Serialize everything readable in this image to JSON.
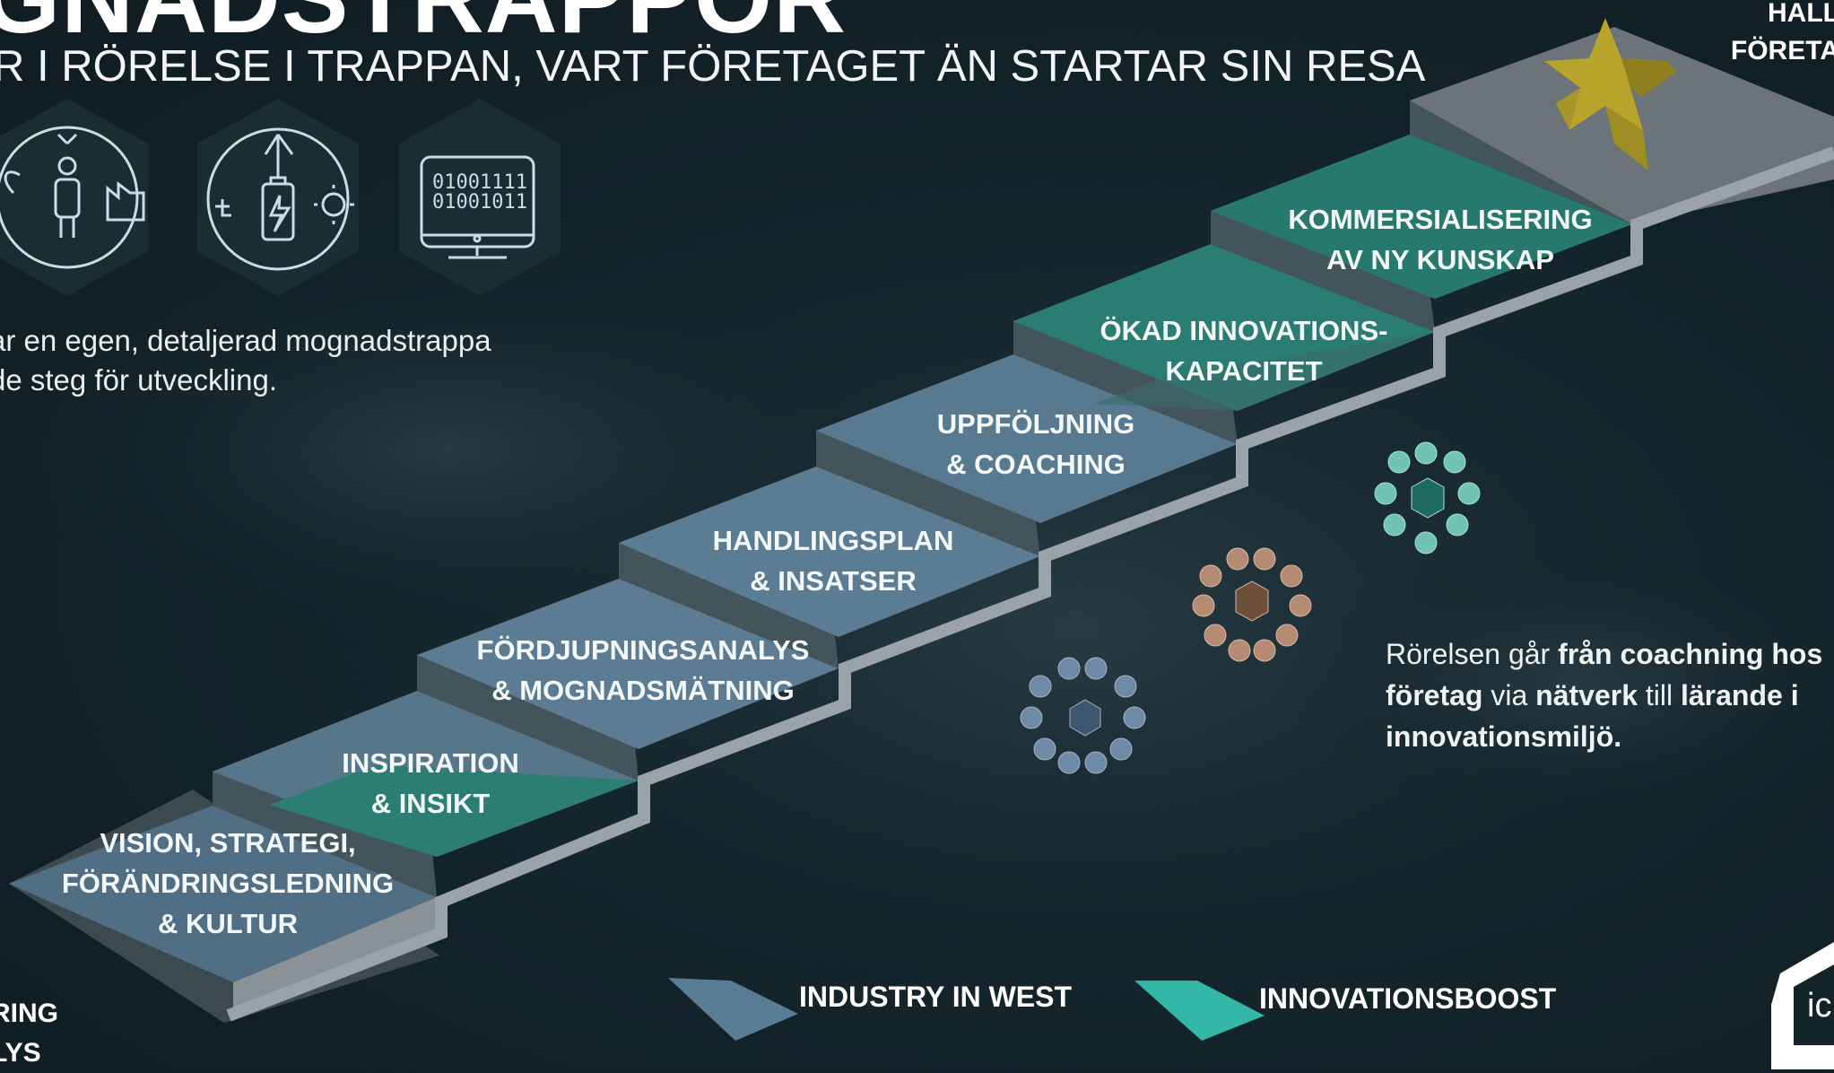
{
  "title": "GNADSTRAPPOR",
  "subtitle": "R I RÖRELSE I TRAPPAN, VART FÖRETAGET ÄN STARTAR SIN RESA",
  "intro": {
    "line1": "ar en egen, detaljerad mognadstrappa",
    "line2": "de steg för utveckling."
  },
  "icons": [
    {
      "name": "person-sustainability-icon"
    },
    {
      "name": "energy-battery-icon"
    },
    {
      "name": "binary-computer-icon",
      "text_line1": "01001111",
      "text_line2": "01001011"
    }
  ],
  "top_right": {
    "line1": "HALL",
    "line2": "FÖRETA"
  },
  "bottom_left": {
    "line1": "RING",
    "line2": "LYS"
  },
  "steps": [
    {
      "line1": "VISION, STRATEGI,",
      "line2": "FÖRÄNDRINGSLEDNING",
      "line3": "& KULTUR"
    },
    {
      "line1": "INSPIRATION",
      "line2": "& INSIKT"
    },
    {
      "line1": "FÖRDJUPNINGSANALYS",
      "line2": "& MOGNADSMÄTNING"
    },
    {
      "line1": "HANDLINGSPLAN",
      "line2": "& INSATSER"
    },
    {
      "line1": "UPPFÖLJNING",
      "line2": "& COACHING"
    },
    {
      "line1": "ÖKAD INNOVATIONS-",
      "line2": "KAPACITET"
    },
    {
      "line1": "KOMMERSIALISERING",
      "line2": "AV NY KUNSKAP"
    }
  ],
  "legend": {
    "item1": "INDUSTRY IN WEST",
    "item2": "INNOVATIONSBOOST"
  },
  "right_text": {
    "p1": "Rörelsen går ",
    "b1": "från coachning hos",
    "b2": "företag",
    "p2": " via ",
    "b3": "nätverk",
    "p3": " till ",
    "b4": "lärande i",
    "b5": "innovationsmiljö."
  },
  "logo_text": "ic",
  "colors": {
    "background": "#13232a",
    "industry_blue": "#5a7d96",
    "innovation_teal": "#2f8a7d",
    "legend_teal": "#33b8a8",
    "star": "#b8a42a",
    "network_brown": "#b58b73",
    "network_teal": "#6fc4b2",
    "network_blue": "#6f8aa6"
  }
}
